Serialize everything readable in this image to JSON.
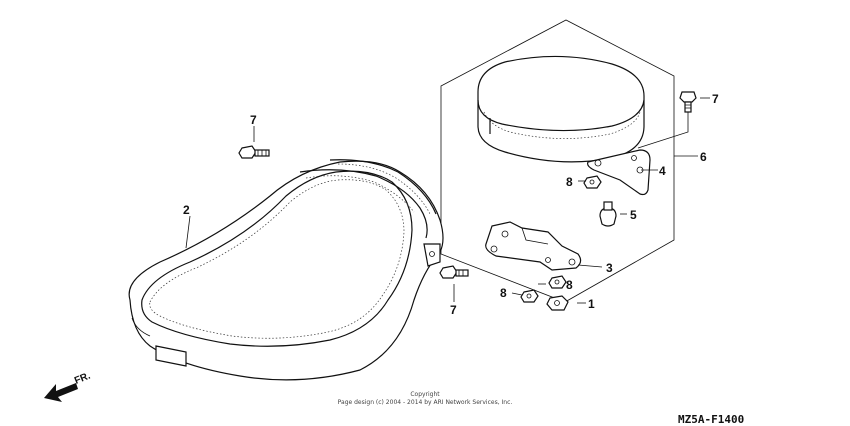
{
  "callouts": {
    "c1": "1",
    "c2": "2",
    "c3": "3",
    "c4": "4",
    "c5": "5",
    "c6": "6",
    "c7a": "7",
    "c7b": "7",
    "c7c": "7",
    "c8a": "8",
    "c8b": "8",
    "c8c": "8"
  },
  "direction_label": "FR.",
  "copyright_line1": "Copyright",
  "copyright_line2": "Page design (c) 2004 - 2014 by ARI Network Services, Inc.",
  "diagram_code": "MZ5A-F1400"
}
